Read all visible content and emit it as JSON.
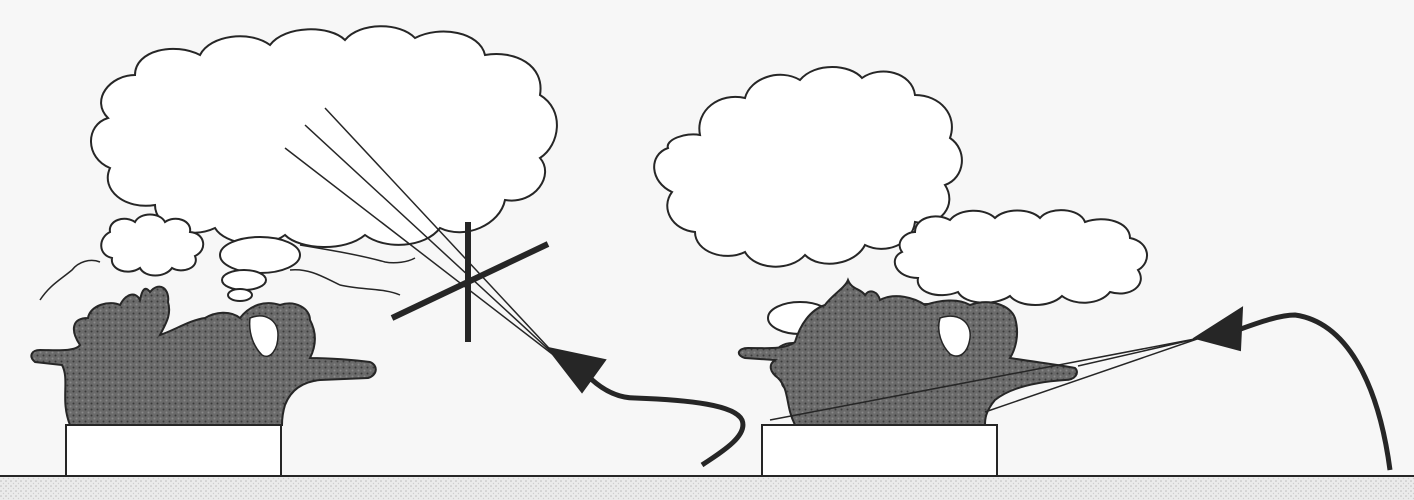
{
  "figure": {
    "description_text": "",
    "colors": {
      "background": "#f7f7f7",
      "ink": "#262626",
      "fill_dark": "#555555",
      "fill_light": "#ffffff",
      "ground": "#e6e6e6"
    },
    "scenes": [
      {
        "id": "left",
        "elements": [
          "cloud-large",
          "cloud-small",
          "bubbles",
          "rock-mass",
          "base-block",
          "crossed-barrier",
          "trajectory-lines",
          "arrow-curved"
        ]
      },
      {
        "id": "right",
        "elements": [
          "cloud-large",
          "cloud-medium",
          "bubbles",
          "rock-mass",
          "base-block",
          "trajectory-lines",
          "arrow-curved"
        ]
      }
    ]
  }
}
